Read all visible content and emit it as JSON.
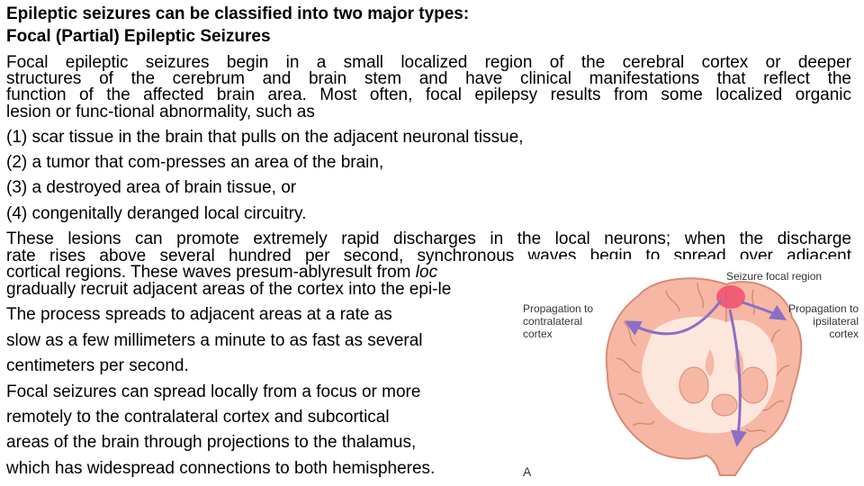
{
  "heading": "Epileptic seizures can be classified into two major types:",
  "subheading": "Focal (Partial) Epileptic Seizures",
  "paragraph1": [
    "Focal epileptic seizures begin in a small localized region of the cerebral cortex or deeper",
    "structures of the cerebrum and brain stem and have clinical manifestations that reflect the",
    "function of the affected brain area. Most often, focal epilepsy results from some localized organic",
    "lesion or func-tional abnormality, such as"
  ],
  "causes": [
    "(1) scar tissue in the brain that pulls on the adjacent neuronal tissue,",
    "(2) a tumor that com-presses an area of the brain,",
    "(3) a destroyed area of brain tissue, or",
    "(4) congenitally deranged local circuitry."
  ],
  "paragraph2": {
    "line1": "These lesions can promote extremely rapid discharges in the local neurons; when the discharge",
    "line2": "rate rises above several hundred per second, synchronous waves begin to spread over adjacent",
    "line3_start": "cortical regions. These waves presum-ablyresult from ",
    "line3_italic": "loc",
    "line4": "gradually recruit adjacent areas of the cortex into the epi-le"
  },
  "paragraph3": [
    "The process spreads to adjacent areas at a rate as",
    "slow as a few millimeters a minute to as fast as several",
    "centimeters per second."
  ],
  "paragraph4": [
    "Focal seizures can spread locally from a focus or more",
    "remotely to the contralateral cortex and subcortical",
    "areas of the brain through projections to the thalamus,",
    "which has widespread connections to both hemispheres."
  ],
  "figure": {
    "focal_label": "Seizure focal region",
    "left_label": [
      "Propagation to",
      "contralateral",
      "cortex"
    ],
    "right_label": [
      "Propagation to",
      "ipsilateral",
      "cortex"
    ],
    "panel_letter": "A",
    "colors": {
      "brain_fill": "#f6b8a4",
      "brain_outline": "#d98a76",
      "white_matter": "#fde6dc",
      "focus": "#ee4e6e",
      "arrow": "#8a6fc4"
    }
  }
}
